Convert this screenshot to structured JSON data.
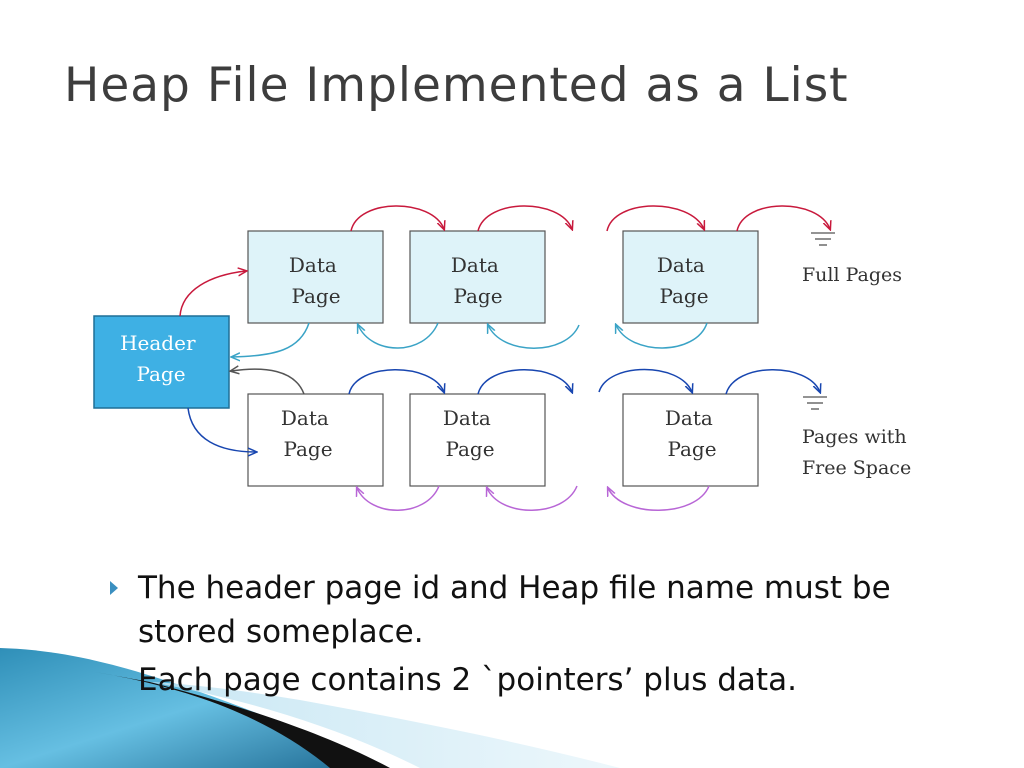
{
  "slide": {
    "title": "Heap File Implemented as a List"
  },
  "diagram": {
    "header_page": [
      "Header",
      "Page"
    ],
    "full_pages": [
      [
        "Data",
        "Page"
      ],
      [
        "Data",
        "Page"
      ],
      [
        "Data",
        "Page"
      ]
    ],
    "free_pages": [
      [
        "Data",
        "Page"
      ],
      [
        "Data",
        "Page"
      ],
      [
        "Data",
        "Page"
      ]
    ],
    "legend_full": [
      "Full Pages"
    ],
    "legend_free": [
      "Pages with",
      "Free Space"
    ]
  },
  "bullets": [
    "The header page id and Heap file name must be stored someplace.",
    "Each page contains 2 `pointers’ plus data."
  ],
  "colors": {
    "header_fill": "#3eb0e4",
    "full_fill": "#def3f9",
    "full_next_arrow": "#c8193c",
    "full_prev_arrow": "#3aa3c6",
    "free_next_arrow": "#1846b0",
    "free_prev_arrow": "#b866d6"
  }
}
